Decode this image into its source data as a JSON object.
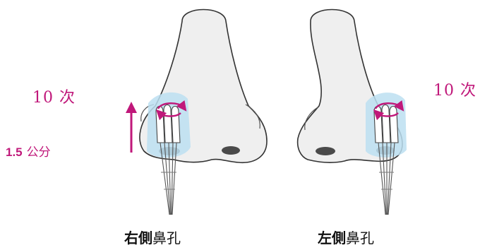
{
  "labels": {
    "rotation_count_right": "10 次",
    "rotation_count_left": "10 次",
    "insertion_depth_value": "1.5",
    "insertion_depth_unit": "公分"
  },
  "captions": {
    "right": {
      "bold": "右側",
      "normal": "鼻孔"
    },
    "left": {
      "bold": "左側",
      "normal": "鼻孔"
    }
  },
  "colors": {
    "accent": "#c0187a",
    "nose_fill": "#efefef",
    "nose_outline": "#333333",
    "swab_zone": "#bcdff1",
    "nostril": "#4a4a4a"
  },
  "icons": [
    "nose-icon",
    "swab-icon",
    "rotation-arrow-icon",
    "up-arrow-icon"
  ]
}
